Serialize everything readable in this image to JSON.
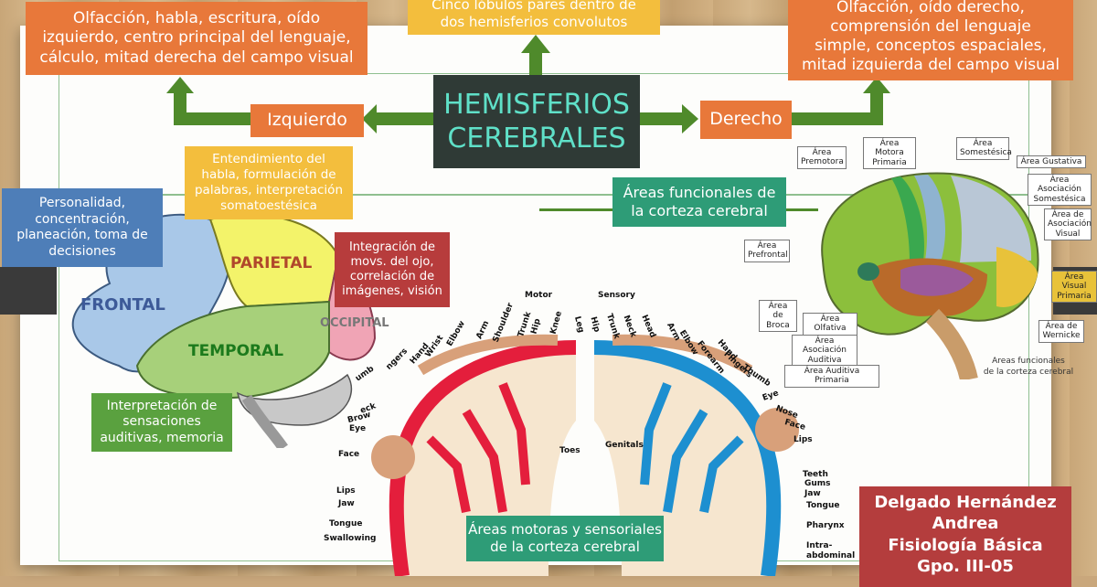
{
  "title": {
    "line1": "HEMISFERIOS",
    "line2": "CEREBRALES"
  },
  "top_box": {
    "line1": "Cinco lóbulos pares dentro de",
    "line2": "dos hemisferios convolutos"
  },
  "left_hemisphere": {
    "label": "Izquierdo",
    "functions": [
      "Olfacción, habla, escritura, oído",
      "izquierdo, centro principal del lenguaje,",
      "cálculo, mitad derecha del campo visual"
    ]
  },
  "right_hemisphere": {
    "label": "Derecho",
    "functions": [
      "Olfacción, oído derecho,",
      "comprensión del lenguaje",
      "simple, conceptos espaciales,",
      "mitad izquierda del campo visual"
    ]
  },
  "lobes": {
    "frontal": "FRONTAL",
    "parietal": "PARIETAL",
    "occipital": "OCCIPITAL",
    "temporal": "TEMPORAL"
  },
  "lobe_notes": {
    "parietal": [
      "Entendimiento del",
      "habla, formulación de",
      "palabras, interpretación",
      "somatoestésica"
    ],
    "frontal": [
      "Personalidad,",
      "concentración,",
      "planeación, toma de",
      "decisiones"
    ],
    "occipital": [
      "Integración de",
      "movs. del ojo,",
      "correlación de",
      "imágenes, visión"
    ],
    "temporal": [
      "Interpretación de",
      "sensaciones",
      "auditivas, memoria"
    ]
  },
  "functional_areas": {
    "heading": [
      "Áreas funcionales de",
      "la corteza cerebral"
    ],
    "labels": {
      "premotora": [
        "Área",
        "Premotora"
      ],
      "motora": [
        "Área Motora",
        "Primaria"
      ],
      "somestesica": [
        "Área",
        "Somestésica"
      ],
      "gustativa": "Área Gustativa",
      "asoc_somestesica": [
        "Área Asociación",
        "Somestésica"
      ],
      "asoc_visual": [
        "Área de",
        "Asociación",
        "Visual"
      ],
      "prefrontal": [
        "Área",
        "Prefrontal"
      ],
      "visual_primaria": [
        "Área Visual",
        "Primaria"
      ],
      "broca": [
        "Área de",
        "Broca"
      ],
      "olfativa": "Área Olfativa",
      "asoc_auditiva": [
        "Área Asociación",
        "Auditiva"
      ],
      "auditiva_primaria": "Área Auditiva Primaria",
      "wernicke": [
        "Área de",
        "Wernicke"
      ]
    },
    "caption": [
      "Areas funcionales",
      "de la corteza cerebral"
    ]
  },
  "homunculus": {
    "motor_title": "Motor",
    "sensory_title": "Sensory",
    "motor_labels": [
      "Knee",
      "Hip",
      "Trunk",
      "Shoulder",
      "Arm",
      "Elbow",
      "Wrist",
      "Hand",
      "ngers",
      "umb",
      "eck",
      "Brow",
      "Eye",
      "Face",
      "Lips",
      "Jaw",
      "Tongue",
      "Swallowing"
    ],
    "sensory_labels": [
      "Leg",
      "Hip",
      "Trunk",
      "Neck",
      "Head",
      "Arm",
      "Elbow",
      "Forearm",
      "Hand",
      "Fingers",
      "Thumb",
      "Eye",
      "Nose",
      "Face",
      "Lips",
      "Teeth",
      "Gums",
      "Jaw",
      "Tongue",
      "Pharynx",
      "Intra-",
      "abdominal"
    ],
    "toes": "Toes",
    "genitals": "Genitals",
    "heading": [
      "Áreas motoras y sensoriales",
      "de la corteza cerebral"
    ]
  },
  "author": [
    "Delgado Hernández",
    "Andrea",
    "Fisiología Básica",
    "Gpo. III-05"
  ],
  "colors": {
    "orange": "#e8783a",
    "yellow": "#f3be3d",
    "blue": "#4e7eb8",
    "red": "#b73c3c",
    "green": "#5aa13f",
    "teal": "#2e9c77",
    "title_bg": "#2f3a36",
    "title_text": "#5fe0c8",
    "arrow": "#4f8a2b"
  }
}
